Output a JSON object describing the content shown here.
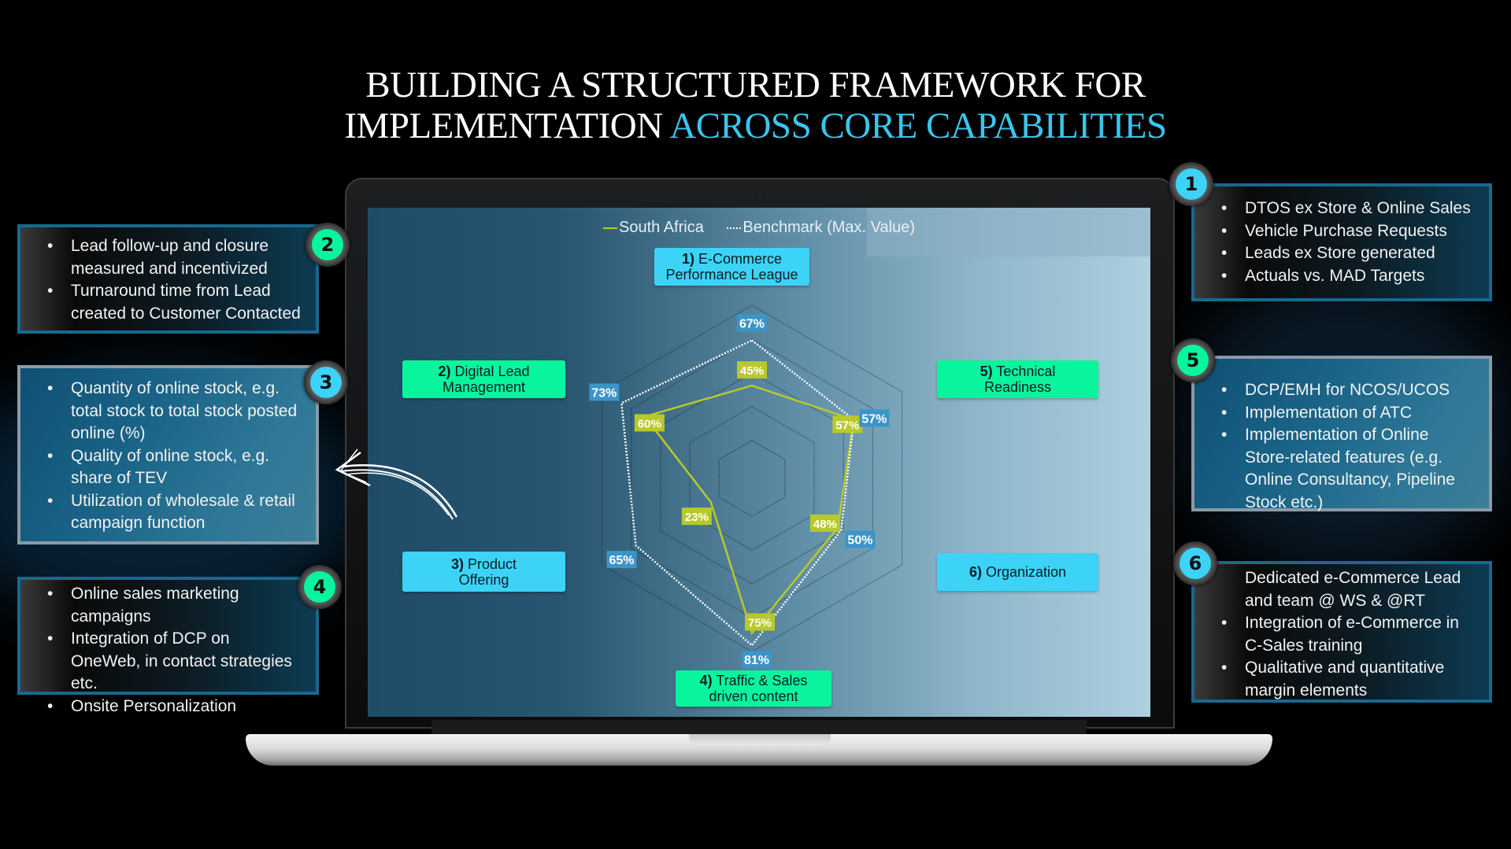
{
  "title": {
    "line1": "BUILDING A STRUCTURED FRAMEWORK FOR",
    "line2_plain": "IMPLEMENTATION ",
    "line2_accent": "ACROSS CORE CAPABILITIES",
    "accent_color": "#3ac5ee"
  },
  "legend": {
    "series_a": "South Africa",
    "series_b": "Benchmark (Max. Value)"
  },
  "categories": [
    {
      "num": "1)",
      "label": "E-Commerce Performance League",
      "line1": "E-Commerce",
      "line2": "Performance League",
      "color": "#3dd3f7"
    },
    {
      "num": "2)",
      "label": "Digital Lead Management",
      "line1": "Digital Lead",
      "line2": "Management",
      "color": "#08f59e"
    },
    {
      "num": "3)",
      "label": "Product Offering",
      "line1": "Product",
      "line2": "Offering",
      "color": "#3dd3f7"
    },
    {
      "num": "4)",
      "label": "Traffic & Sales driven content",
      "line1": "Traffic & Sales",
      "line2": "driven content",
      "color": "#08f59e"
    },
    {
      "num": "5)",
      "label": "Technical Readiness",
      "line1": "Technical",
      "line2": "Readiness",
      "color": "#08f59e"
    },
    {
      "num": "6)",
      "label": "Organization",
      "line1": "Organization",
      "line2": "",
      "color": "#3dd3f7"
    }
  ],
  "chart_data": {
    "type": "radar",
    "title": "",
    "axes": [
      "E-Commerce Performance League",
      "Technical Readiness",
      "Organization",
      "Traffic & Sales driven content",
      "Product Offering",
      "Digital Lead Management"
    ],
    "series": [
      {
        "name": "South Africa",
        "values": [
          45,
          57,
          48,
          75,
          23,
          60
        ],
        "color": "#b8c92a",
        "style": "solid"
      },
      {
        "name": "Benchmark (Max. Value)",
        "values": [
          67,
          57,
          50,
          81,
          65,
          73
        ],
        "color": "#ffffff",
        "style": "dotted"
      }
    ],
    "value_labels": {
      "South Africa": [
        "45%",
        "57%",
        "48%",
        "75%",
        "23%",
        "60%"
      ],
      "Benchmark (Max. Value)": [
        "67%",
        "57%",
        "50%",
        "81%",
        "65%",
        "73%"
      ]
    },
    "label_colors": {
      "South Africa": "#b9c82a",
      "Benchmark (Max. Value)": "#3b95c8"
    },
    "range": [
      0,
      100
    ],
    "grid_rings": 5,
    "legend_position": "top"
  },
  "panels": {
    "p1": {
      "badge": "1",
      "items": [
        "DTOS ex Store & Online Sales",
        "Vehicle Purchase Requests",
        "Leads ex Store generated",
        "Actuals vs. MAD Targets"
      ]
    },
    "p2": {
      "badge": "2",
      "items": [
        "Lead follow-up and closure measured and incentivized",
        "Turnaround time from Lead created to Customer Contacted"
      ]
    },
    "p3": {
      "badge": "3",
      "items": [
        "Quantity of online stock, e.g. total stock to total stock posted online (%)",
        "Quality of online stock, e.g. share of TEV",
        "Utilization of wholesale & retail campaign function"
      ]
    },
    "p4": {
      "badge": "4",
      "items": [
        "Online sales marketing campaigns",
        "Integration of DCP on OneWeb, in contact strategies etc.",
        "Onsite Personalization"
      ]
    },
    "p5": {
      "badge": "5",
      "items": [
        "DCP/EMH for NCOS/UCOS",
        "Implementation of ATC",
        "Implementation of Online Store-related features (e.g. Online Consultancy, Pipeline Stock etc.)"
      ]
    },
    "p6": {
      "badge": "6",
      "items": [
        "Dedicated e-Commerce Lead and team @ WS & @RT",
        "Integration of e-Commerce in C-Sales training",
        "Qualitative and quantitative margin elements"
      ]
    }
  },
  "icons": {
    "arrow": "hand-drawn-arrow-icon"
  }
}
